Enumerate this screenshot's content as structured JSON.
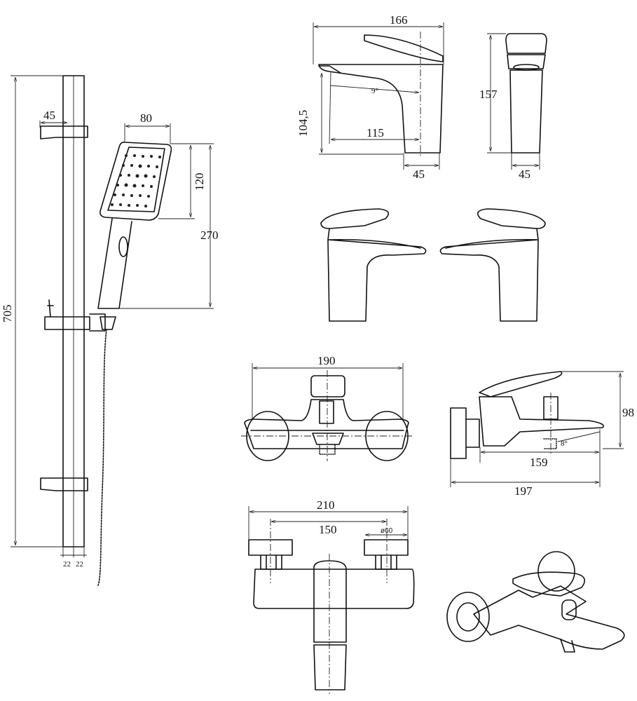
{
  "shower_set": {
    "rail_height": "705",
    "bracket_offset": "45",
    "head_width": "80",
    "head_height": "120",
    "handset_length": "270",
    "rail_width_left": "22",
    "rail_width_right": "22"
  },
  "basin_mixer": {
    "total_length": "166",
    "height": "104,5",
    "spout_angle": "9°",
    "spout_reach": "115",
    "base_width_front": "45",
    "side_height": "157",
    "base_width_side": "45"
  },
  "bath_mixer": {
    "front_width": "190",
    "side_height": "98",
    "spout_angle": "8°",
    "spout_length": "159",
    "total_depth": "197"
  },
  "wall_mixer_bottom": {
    "total_width": "210",
    "center_distance": "150",
    "flange_diameter": "ø60"
  }
}
